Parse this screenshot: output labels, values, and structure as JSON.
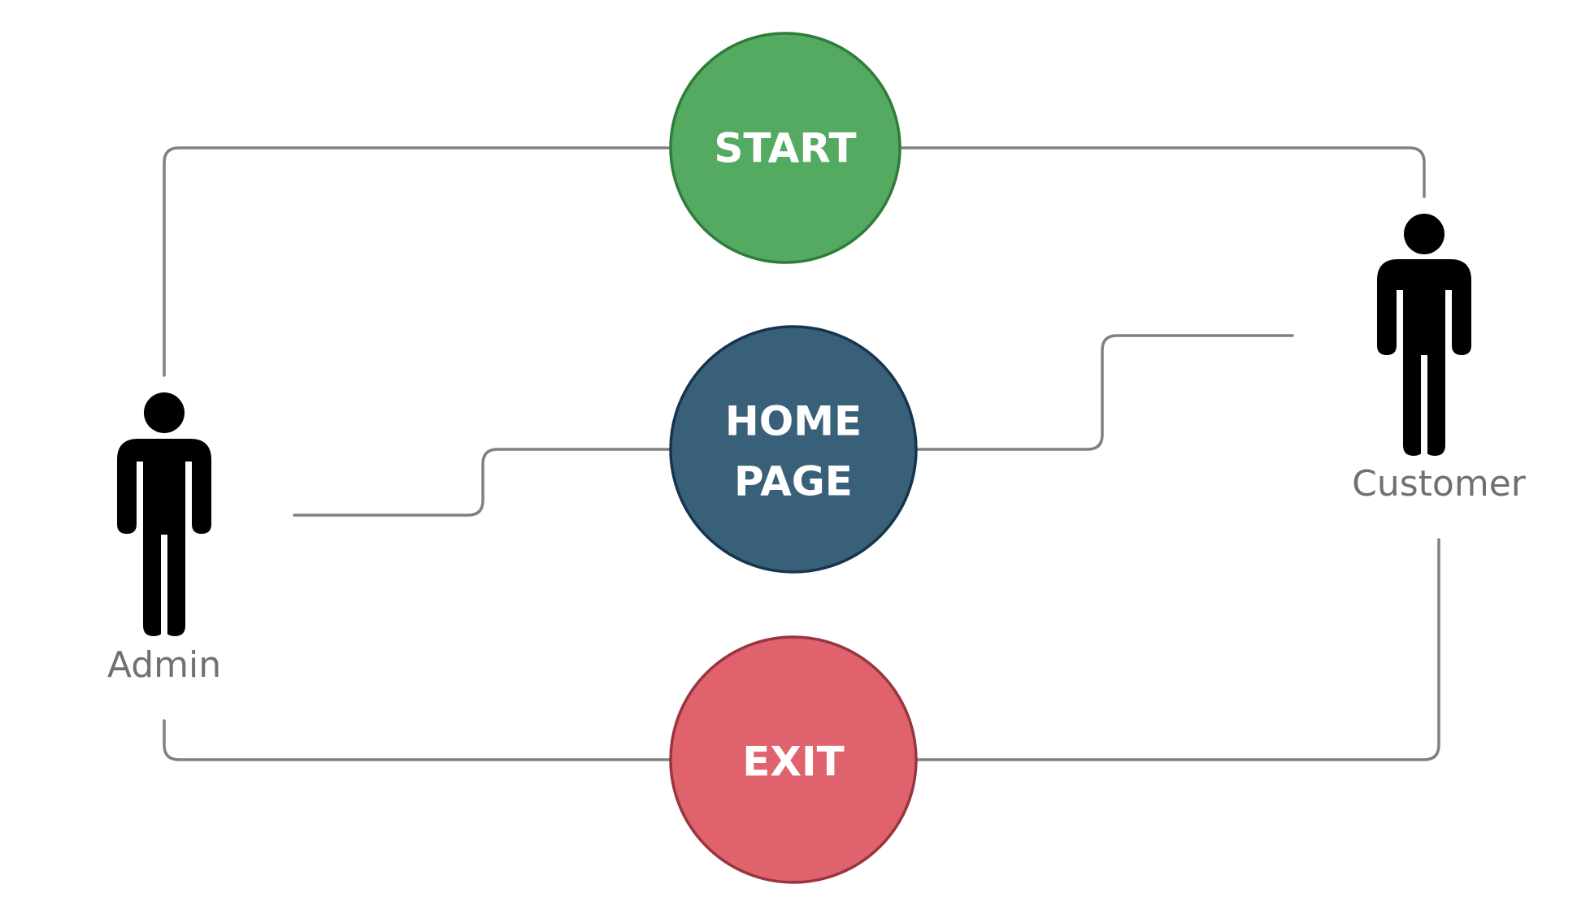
{
  "diagram": {
    "actors": [
      {
        "id": "admin",
        "label": "Admin",
        "icon": "person-icon"
      },
      {
        "id": "customer",
        "label": "Customer",
        "icon": "person-icon"
      }
    ],
    "use_cases": [
      {
        "id": "start",
        "lines": [
          "START"
        ],
        "fill": "#55aa62",
        "stroke": "#2e7d3a"
      },
      {
        "id": "home-page",
        "lines": [
          "HOME",
          "PAGE"
        ],
        "fill": "#386078",
        "stroke": "#17344f"
      },
      {
        "id": "exit",
        "lines": [
          "EXIT"
        ],
        "fill": "#e0626d",
        "stroke": "#983540"
      }
    ],
    "connector_color": "#808080"
  }
}
